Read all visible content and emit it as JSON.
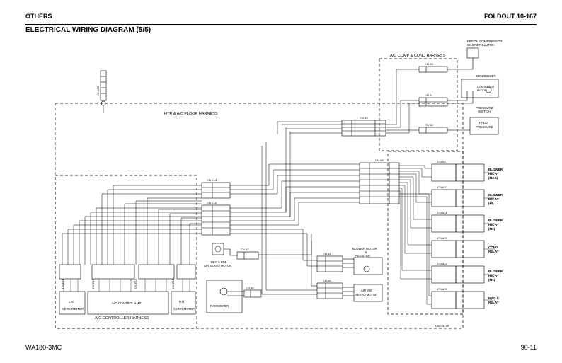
{
  "header": {
    "section": "OTHERS",
    "foldout": "FOLDOUT 10-167"
  },
  "title": "ELECTRICAL WIRING DIAGRAM (5/5)",
  "harnesses": {
    "ac_comp_cond": "A/C COMP & COND HARNESS",
    "htr_floor": "HTR & A/C FLOOR HARNESS",
    "ac_controller": "A/C CONTROLLER HARNESS"
  },
  "components": {
    "freon_clutch": [
      "FREON COMPRESSOR",
      "MAGNET CLUTCH"
    ],
    "condenser": "CONDENSER",
    "condenser_motor": [
      "CONDENSER",
      "MOTOR"
    ],
    "pressure_switch": [
      "PRESSURE",
      "SWITCH"
    ],
    "hi_lo_pressure": [
      "HI LO",
      "PRESSURE"
    ],
    "blower_relay_max": [
      "BLOWER",
      "RELAY",
      "(MAX)"
    ],
    "blower_relay_hi": [
      "BLOWER",
      "RELAY",
      "(HI)"
    ],
    "blower_relay_m2": [
      "BLOWER",
      "RELAY",
      "(M2)"
    ],
    "cond_relay": [
      "COND",
      "RELAY"
    ],
    "blower_relay_m1": [
      "BLOWER",
      "RELAY",
      "(M1)"
    ],
    "magc_relay": [
      "MAG.C",
      "RELAY"
    ],
    "rec_fre": [
      "REC & FRE",
      "AIR SERVO MOTOR"
    ],
    "blower_motor": [
      "BLOWER MOTOR",
      "&",
      "RESISTER"
    ],
    "airmix": [
      "AIR MIX",
      "SERVO MOTOR"
    ],
    "thermister": "THERMISTER",
    "lh": "L.H.",
    "lh_servo": "SERVOMOTOR",
    "ac_amp": "A/C CONTROL AMP",
    "rh": "R.H.",
    "rh_servo": "SERVOMOTOR"
  },
  "connectors": {
    "b3": "CN B3",
    "b1": "CN B1",
    "b6": "CN B6",
    "a3": "CN A3",
    "a8": "CN A8",
    "cl3": "CN CL3",
    "cl2": "CN CL2",
    "a2": "CN A2",
    "a4": "CN A4",
    "a5": "CN A5",
    "a6": "CN A6",
    "a9": "CN A9",
    "a10": "CN A10",
    "a11": "CN A11",
    "a12": "CN A12",
    "a13": "CN A13",
    "a15": "CN A15",
    "ac2": "CN AC2",
    "e18": "CN E18",
    "e17": "CN E17",
    "e16": "CN E16",
    "e19": "CN E19"
  },
  "drawing_code": "LMC01190",
  "footer": {
    "model": "WA180-3MC",
    "page": "90-11"
  }
}
